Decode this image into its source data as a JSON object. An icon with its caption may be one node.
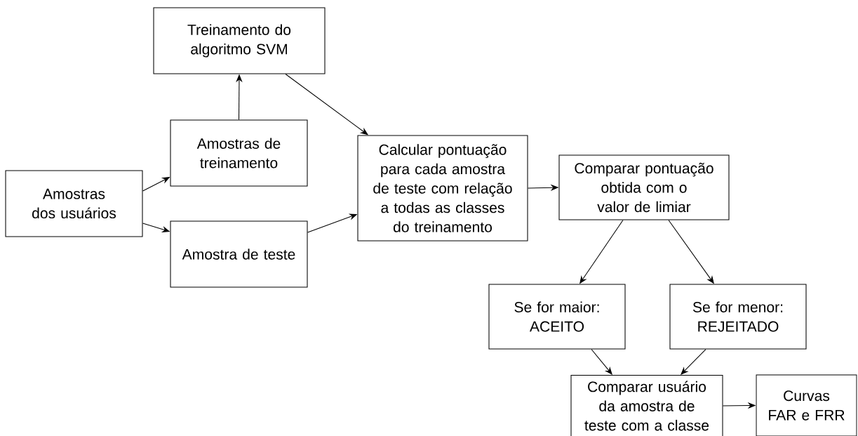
{
  "diagram": {
    "nodes": [
      {
        "text": [
          "Treinamento do algoritmo SVM"
        ]
      },
      {
        "text": [
          "Amostras de treinamento"
        ]
      },
      {
        "text": [
          "Amostras dos usuários"
        ]
      },
      {
        "text": [
          "Amostra de teste"
        ]
      },
      {
        "text": [
          "Calcular pontuação para cada amostra de teste com relação a todas as classes do treinamento"
        ]
      },
      {
        "text": [
          "Comparar pontuação obtida com o valor de limiar"
        ]
      },
      {
        "text": [
          "Se for maior: ACEITO"
        ]
      },
      {
        "text": [
          "Se for menor: REJEITADO"
        ]
      },
      {
        "text": [
          "Comparar usuário da amostra de teste com a classe"
        ]
      },
      {
        "text": [
          "Curvas FAR e FRR"
        ]
      }
    ],
    "edges": [
      {
        "from": 2,
        "to": 1,
        "arrow": "to"
      },
      {
        "from": 2,
        "to": 3,
        "arrow": "to"
      },
      {
        "from": 1,
        "to": 0,
        "arrow": "to"
      },
      {
        "from": 0,
        "to": 4,
        "arrow": "to"
      },
      {
        "from": 3,
        "to": 4,
        "arrow": "to"
      },
      {
        "from": 4,
        "to": 5,
        "arrow": "to"
      },
      {
        "from": 5,
        "to": 6,
        "arrow": "to"
      },
      {
        "from": 5,
        "to": 7,
        "arrow": "to"
      },
      {
        "from": 6,
        "to": 8,
        "arrow": "to"
      },
      {
        "from": 7,
        "to": 8,
        "arrow": "to"
      },
      {
        "from": 8,
        "to": 9,
        "arrow": "to"
      }
    ]
  }
}
